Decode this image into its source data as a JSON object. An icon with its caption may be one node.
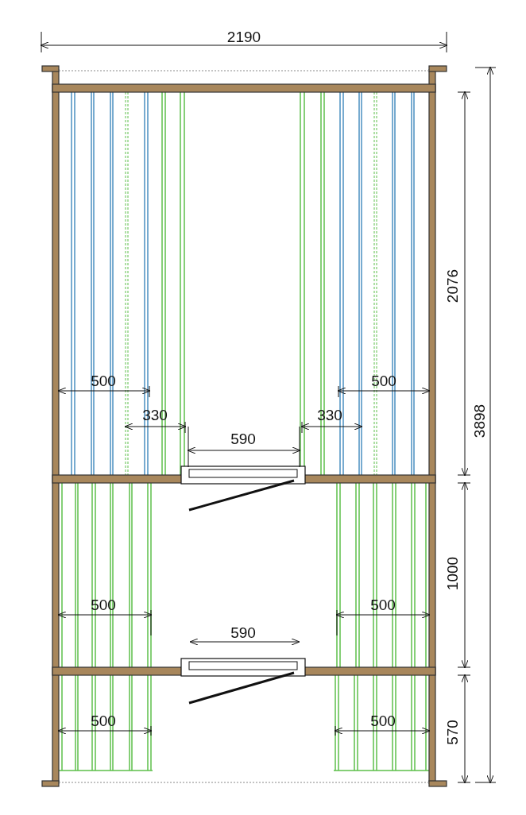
{
  "diagram": {
    "labels": [
      "2190",
      "2076",
      "500",
      "500",
      "330",
      "330",
      "3898",
      "590",
      "1000",
      "500",
      "500",
      "590",
      "500",
      "500",
      "570"
    ]
  }
}
